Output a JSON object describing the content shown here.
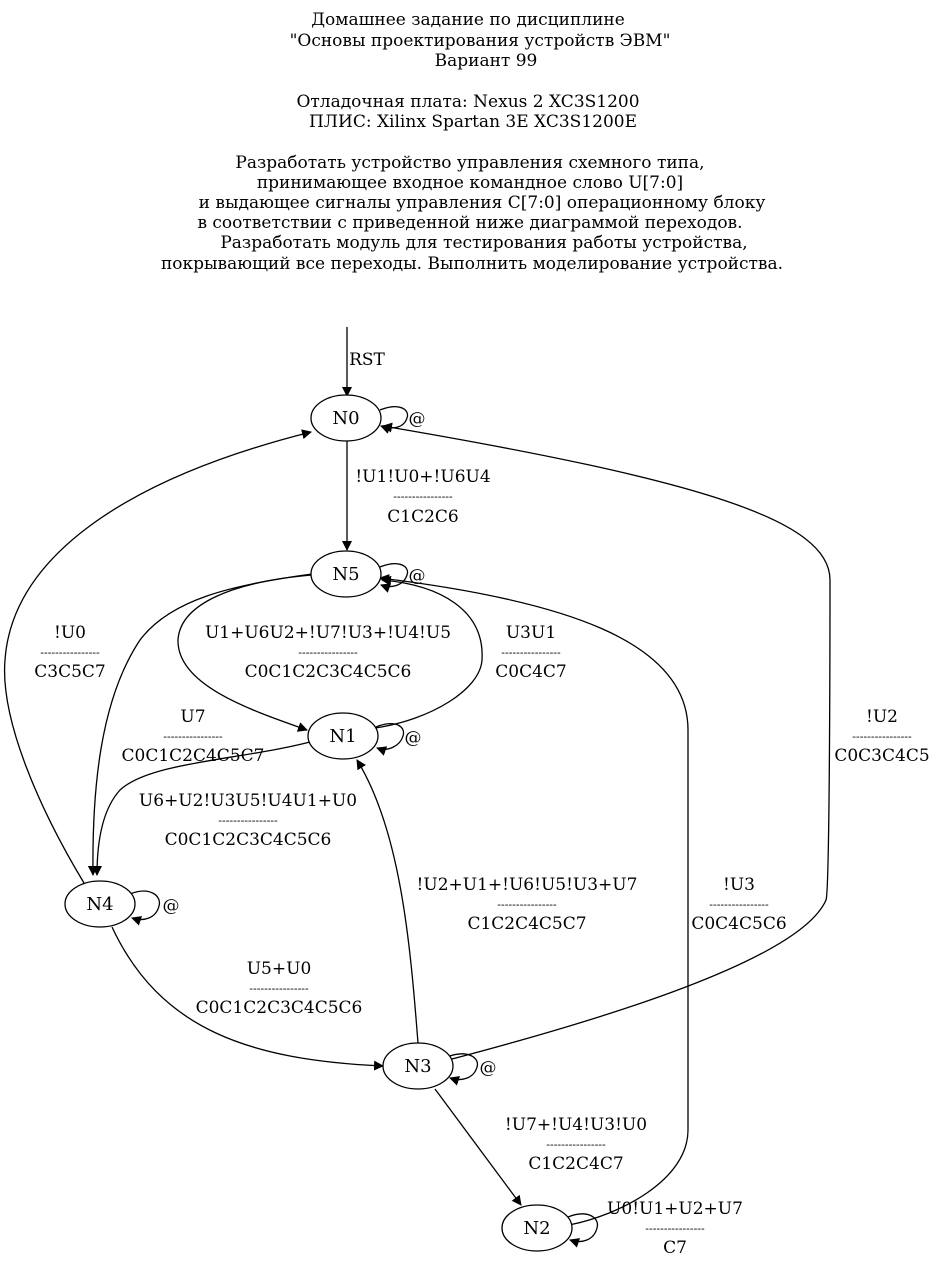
{
  "header": {
    "lines": [
      "Домашнее задание по дисциплине",
      "\"Основы проектирования устройств ЭВМ\"",
      "Вариант 99",
      "",
      "Отладочная плата: Nexus 2 XC3S1200",
      "ПЛИС: Xilinx Spartan 3E XC3S1200E",
      "",
      "Разработать устройство управления схемного типа,",
      "принимающее входное командное слово U[7:0]",
      "и выдающее сигналы управления C[7:0] операционному блоку",
      "в соответствии с приведенной ниже диаграммой переходов.",
      "Разработать модуль для тестирования работы устройства,",
      "покрывающий все переходы. Выполнить моделирование устройства."
    ]
  },
  "diagram": {
    "states": [
      "N0",
      "N5",
      "N1",
      "N4",
      "N3",
      "N2"
    ],
    "reset_label": "RST",
    "separator": "----------------",
    "self_loop_label": "@",
    "transitions": [
      {
        "from": "N0",
        "to": "N5",
        "condition": "!U1!U0+!U6U4",
        "outputs": "C1C2C6"
      },
      {
        "from": "N5",
        "to": "N1",
        "condition": "U1+U6U2+!U7!U3+!U4!U5",
        "outputs": "C0C1C2C3C4C5C6"
      },
      {
        "from": "N1",
        "to": "N5",
        "condition": "U3U1",
        "outputs": "C0C4C7"
      },
      {
        "from": "N5",
        "to": "N4",
        "condition": "U7",
        "outputs": "C0C1C2C4C5C7"
      },
      {
        "from": "N1",
        "to": "N4",
        "condition": "U6+U2!U3U5!U4U1+U0",
        "outputs": "C0C1C2C3C4C5C6"
      },
      {
        "from": "N4",
        "to": "N0",
        "condition": "!U0",
        "outputs": "C3C5C7"
      },
      {
        "from": "N3",
        "to": "N0",
        "condition": "!U2",
        "outputs": "C0C3C4C5"
      },
      {
        "from": "N3",
        "to": "N1",
        "condition": "!U2+U1+!U6!U5!U3+U7",
        "outputs": "C1C2C4C5C7"
      },
      {
        "from": "N2",
        "to": "N5",
        "condition": "!U3",
        "outputs": "C0C4C5C6"
      },
      {
        "from": "N4",
        "to": "N3",
        "condition": "U5+U0",
        "outputs": "C0C1C2C3C4C5C6"
      },
      {
        "from": "N3",
        "to": "N2",
        "condition": "!U7+!U4!U3!U0",
        "outputs": "C1C2C4C7"
      },
      {
        "from": "N2",
        "to": "N2",
        "condition": "U0!U1+U2+U7",
        "outputs": "C7"
      }
    ]
  }
}
